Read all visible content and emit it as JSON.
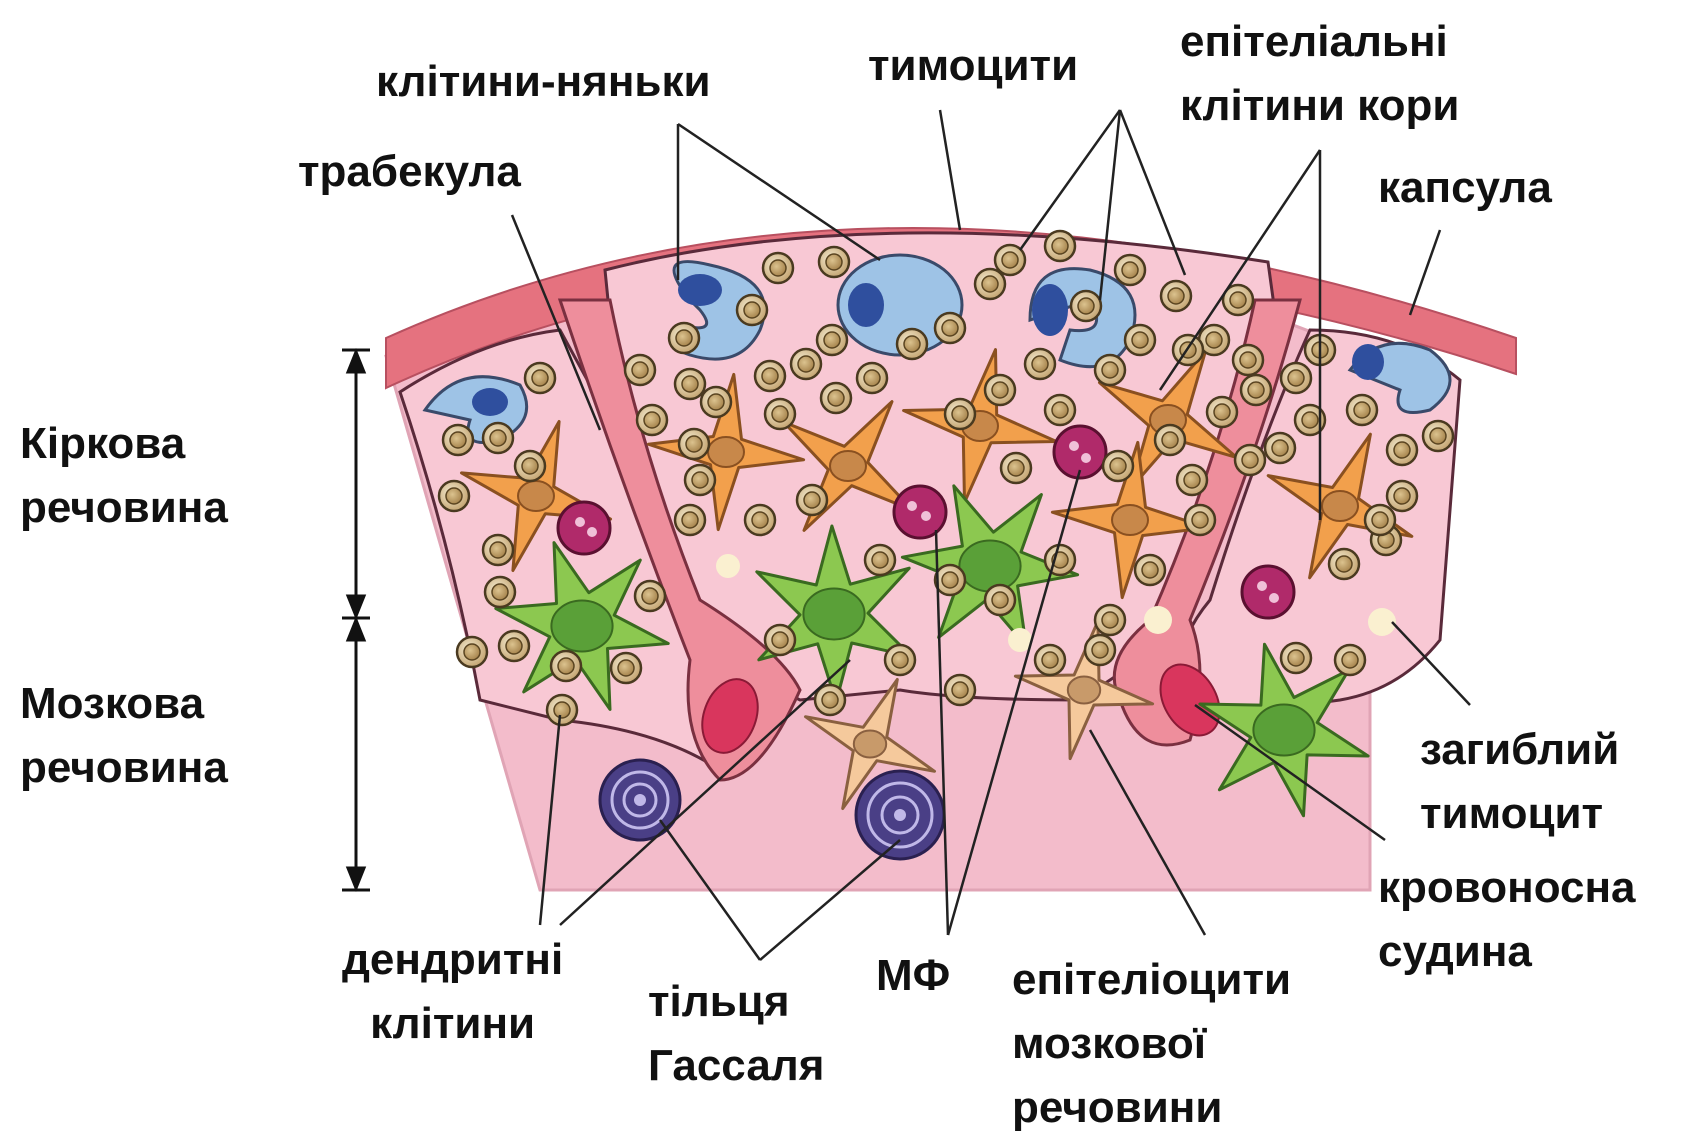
{
  "labels": {
    "nurse_cells": "клітини-няньки",
    "thymocytes": "тимоцити",
    "cortex_epithelial": [
      "епітеліальні",
      "клітини кори"
    ],
    "trabecula": "трабекула",
    "capsule": "капсула",
    "cortex": [
      "Кіркова",
      "речовина"
    ],
    "medulla": [
      "Мозкова",
      "речовина"
    ],
    "dead_thymocyte": [
      "загиблий",
      "тимоцит"
    ],
    "blood_vessel": [
      "кровоносна",
      "судина"
    ],
    "dendritic": [
      "дендритні",
      "клітини"
    ],
    "hassall": [
      "тільця",
      "Гассаля"
    ],
    "macrophage": "МФ",
    "medulla_epithelial": [
      "епітеліоцити",
      "мозкової",
      "речовини"
    ]
  },
  "colors": {
    "capsule": "#e5727f",
    "tissue": "#f3bccb",
    "cortex_epithelial": "#f2a04c",
    "medulla_epithelial": "#f5c99c",
    "dendritic": "#8cc850",
    "nurse_cell": "#9ec3e6",
    "nurse_nucleus": "#2f4f9e",
    "macrophage": "#b02a6a",
    "hassall": "#4a3f86",
    "thymocyte": "#c6a774",
    "vessel": "#d9365d"
  }
}
